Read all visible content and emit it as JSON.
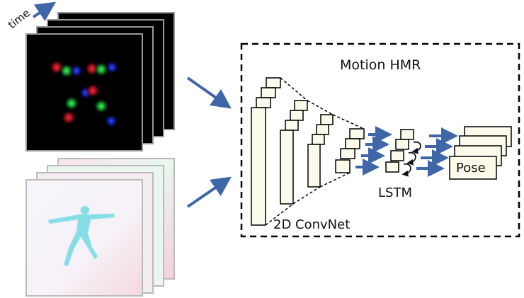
{
  "labels": {
    "time": "time",
    "model_title": "Motion HMR",
    "convnet": "2D ConvNet",
    "lstm": "LSTM",
    "output": "Pose"
  },
  "colors": {
    "arrow": "#3f66a8",
    "block_fill": "#fcfbeb",
    "frame_dark": "#000000",
    "dashed_border": "#000000",
    "joint_red": "#e0202a",
    "joint_green": "#22c040",
    "joint_blue": "#2238e0",
    "flow_cyan": "#7fe0e8"
  },
  "inputs": [
    {
      "name": "keypoint-heatmap-stack",
      "frames": 4
    },
    {
      "name": "optical-flow-stack",
      "frames": 4
    }
  ]
}
